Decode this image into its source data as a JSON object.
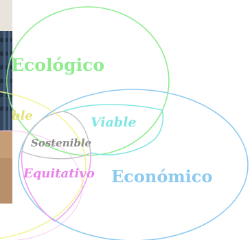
{
  "diagram": {
    "sets": {
      "ecologico": {
        "label": "Ecológico",
        "color": "#8fec8f"
      },
      "economico": {
        "label": "Económico",
        "color": "#8ccaf0"
      },
      "social_partial": {
        "label": "ble",
        "color": "#efef80"
      }
    },
    "intersections": {
      "viable": {
        "label": "Viable",
        "color": "#7fe6e2"
      },
      "equitativo": {
        "label": "Equitativo",
        "color": "#e884e8"
      },
      "sostenible": {
        "label": "Sostenible",
        "color": "#8a8a8a"
      }
    },
    "colors": {
      "equitativo_ring": "#f0a3f0",
      "sostenible_ring": "#bdbdbd",
      "photo_dark": "#2a3443",
      "photo_mid": "#3f5670",
      "photo_light": "#caa27c"
    }
  }
}
